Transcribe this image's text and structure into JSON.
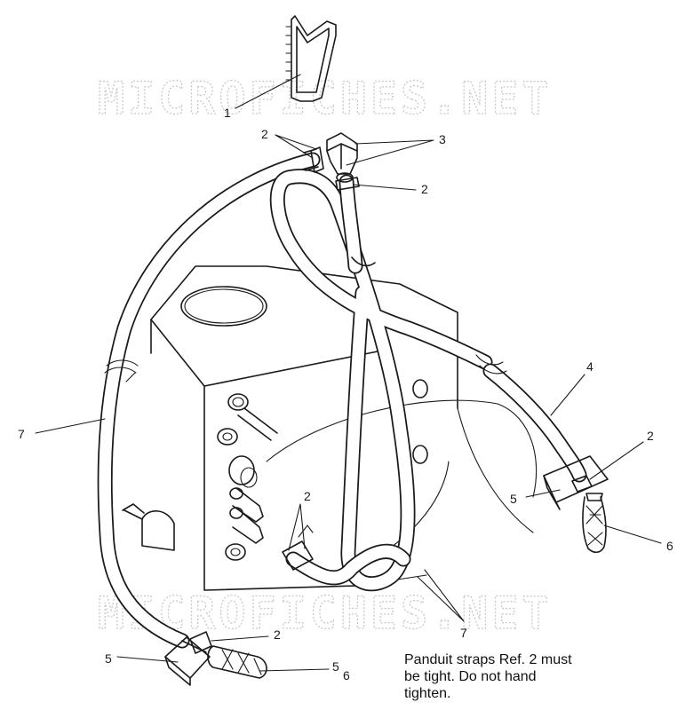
{
  "watermark": "MICROFICHES.NET",
  "callouts": {
    "c1": "1",
    "c2a": "2",
    "c2b": "2",
    "c2c": "2",
    "c2d": "2",
    "c2e": "2",
    "c3": "3",
    "c4": "4",
    "c5a": "5",
    "c5b": "5",
    "c5c": "5",
    "c6a": "6",
    "c6b": "6",
    "c7a": "7",
    "c7b": "7"
  },
  "note": {
    "line1": "Panduit straps Ref. 2 must",
    "line2": "be tight.  Do not hand",
    "line3": "tighten."
  }
}
